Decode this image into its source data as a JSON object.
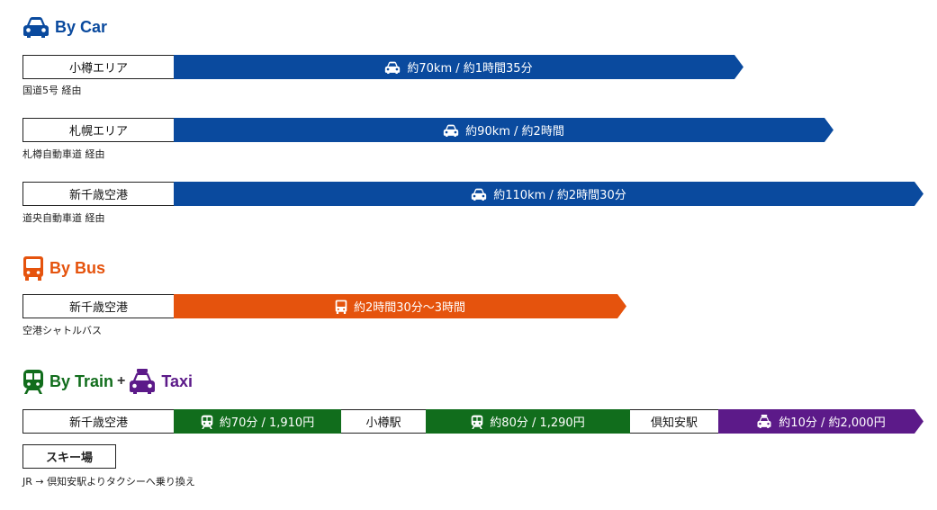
{
  "colors": {
    "car": "#0a4a9e",
    "bus": "#e5530d",
    "train": "#116d1c",
    "taxi": "#5c1a89"
  },
  "car": {
    "heading": "By Car",
    "routes": [
      {
        "origin": "小樽エリア",
        "label": "約70km / 約1時間35分",
        "note": "国道5号 経由"
      },
      {
        "origin": "札幌エリア",
        "label": "約90km / 約2時間",
        "note": "札樽自動車道 経由"
      },
      {
        "origin": "新千歳空港",
        "label": "約110km / 約2時間30分",
        "note": "道央自動車道 経由"
      }
    ]
  },
  "bus": {
    "heading": "By Bus",
    "route": {
      "origin": "新千歳空港",
      "label": "約2時間30分～3時間",
      "note": "空港シャトルバス"
    }
  },
  "train": {
    "heading_train": "By Train",
    "plus": "+",
    "heading_taxi": "Taxi",
    "origin": "新千歳空港",
    "seg1": "約70分 / 1,910円",
    "station1": "小樽駅",
    "seg2": "約80分 / 1,290円",
    "station2": "倶知安駅",
    "seg3": "約10分 / 約2,000円",
    "destination": "スキー場",
    "note": "JR → 倶知安駅よりタクシーへ乗り換え"
  }
}
